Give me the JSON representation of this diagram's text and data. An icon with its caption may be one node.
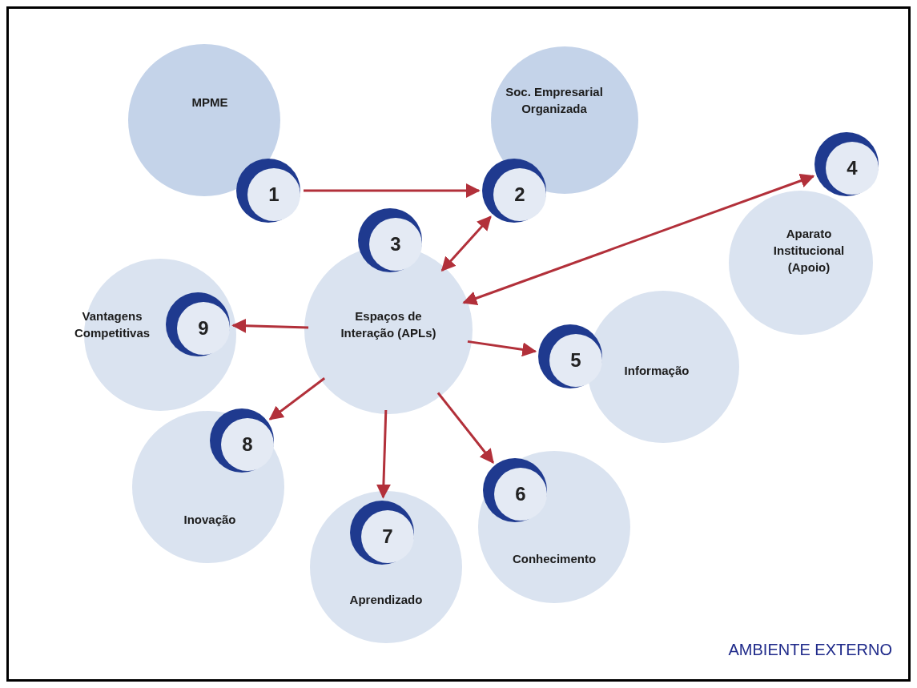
{
  "diagram": {
    "nodes": [
      {
        "text": [
          "AMBIENTE EXTERNO"
        ]
      },
      {
        "text": [
          "MPME",
          "1"
        ],
        "in": 0
      },
      {
        "text": [
          "Soc. Empresarial Organizada",
          "2"
        ],
        "in": 0
      },
      {
        "text": [
          "4",
          "Aparato Institucional (Apoio)"
        ],
        "in": 0
      },
      {
        "text": [
          "3",
          "Espaços de Interação (APLs)"
        ],
        "in": 0
      },
      {
        "text": [
          "Vantagens Competitivas",
          "9"
        ],
        "in": 0
      },
      {
        "text": [
          "5",
          "Informação"
        ],
        "in": 0
      },
      {
        "text": [
          "8",
          "Inovação"
        ],
        "in": 0
      },
      {
        "text": [
          "7",
          "Aprendizado"
        ],
        "in": 0
      },
      {
        "text": [
          "6",
          "Conhecimento"
        ],
        "in": 0
      }
    ],
    "edges": [
      {
        "from": 1,
        "to": 2,
        "arrow": "to"
      },
      {
        "from": 2,
        "to": 4,
        "arrow": "both"
      },
      {
        "from": 3,
        "to": 4,
        "arrow": "both"
      },
      {
        "from": 4,
        "to": 5,
        "arrow": "to"
      },
      {
        "from": 4,
        "to": 6,
        "arrow": "to"
      },
      {
        "from": 4,
        "to": 7,
        "arrow": "to"
      },
      {
        "from": 4,
        "to": 8,
        "arrow": "to"
      },
      {
        "from": 4,
        "to": 9,
        "arrow": "to"
      }
    ]
  }
}
